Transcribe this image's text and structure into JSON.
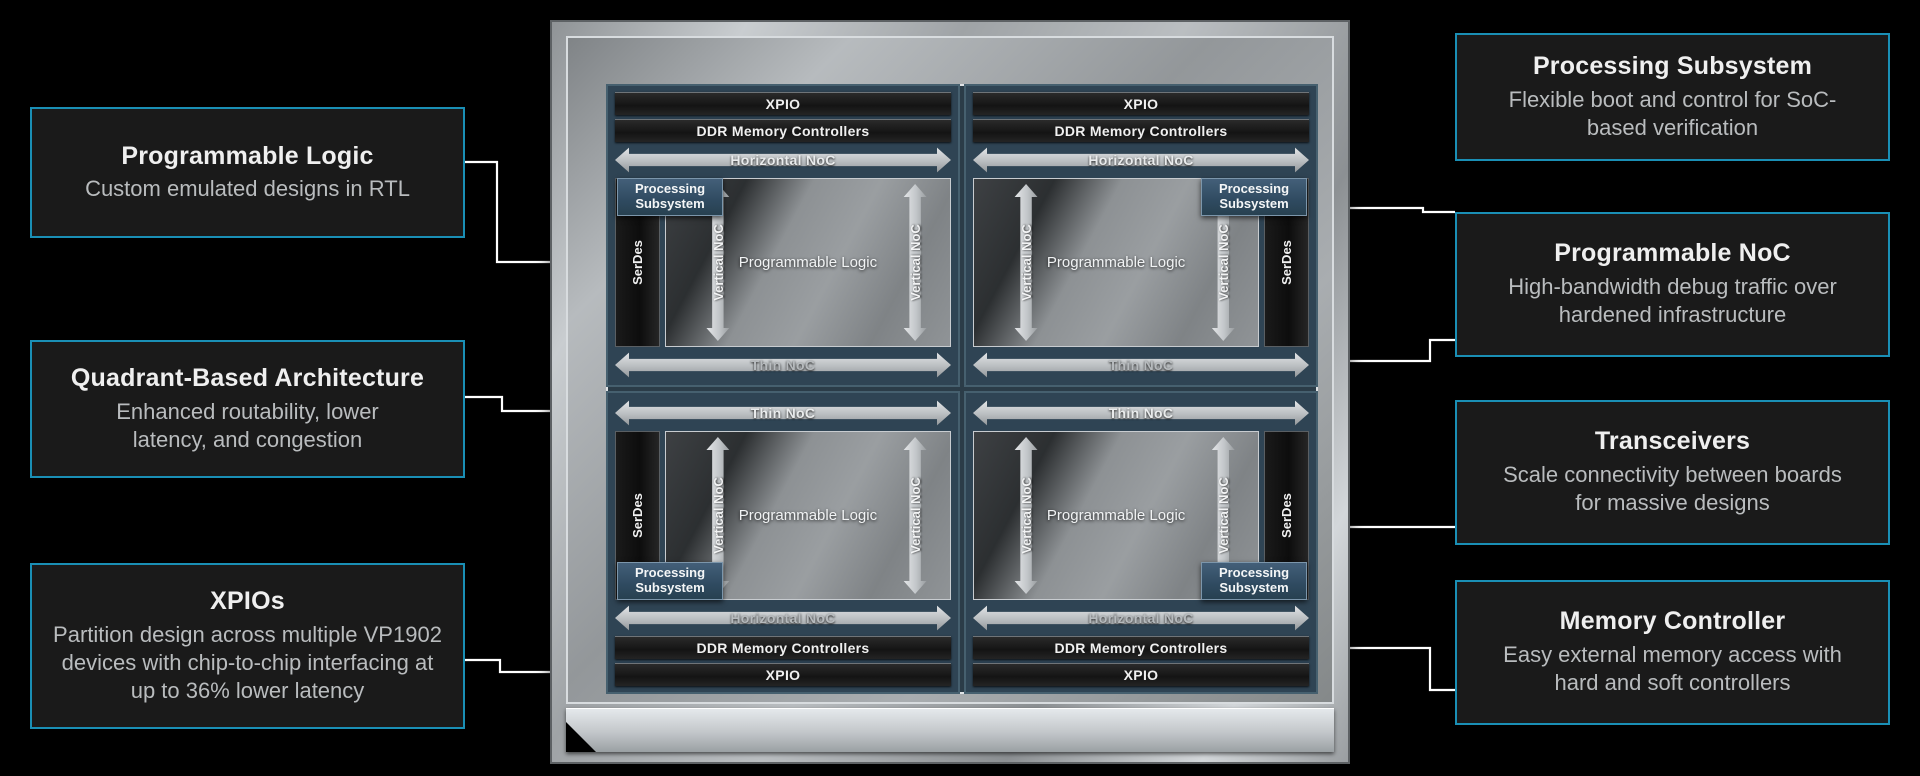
{
  "accent_color": "#1a8fb5",
  "card_bg": "#1a1a1a",
  "left_cards": [
    {
      "title": "Programmable Logic",
      "body": "Custom emulated designs in RTL"
    },
    {
      "title": "Quadrant-Based Architecture",
      "body": "Enhanced routability, lower latency, and congestion"
    },
    {
      "title": "XPIOs",
      "body": "Partition design across multiple VP1902 devices with chip-to-chip interfacing at up to 36% lower latency"
    }
  ],
  "right_cards": [
    {
      "title": "Processing Subsystem",
      "body": "Flexible boot and control for SoC-based verification"
    },
    {
      "title": "Programmable NoC",
      "body": "High-bandwidth debug traffic over hardened infrastructure"
    },
    {
      "title": "Transceivers",
      "body": "Scale connectivity between boards for massive designs"
    },
    {
      "title": "Memory Controller",
      "body": "Easy external memory access with hard and soft controllers"
    }
  ],
  "chip": {
    "labels": {
      "xpio": "XPIO",
      "ddr": "DDR Memory Controllers",
      "horizontal_noc": "Horizontal NoC",
      "thin_noc": "Thin NoC",
      "vertical_noc": "Vertical NoC",
      "serdes": "SerDes",
      "programmable_logic": "Programmable Logic",
      "processing_subsystem": "Processing Subsystem"
    },
    "quadrants": [
      {
        "name": "top-left",
        "serdes_side": "left",
        "io_side": "top"
      },
      {
        "name": "top-right",
        "serdes_side": "right",
        "io_side": "top"
      },
      {
        "name": "bottom-left",
        "serdes_side": "left",
        "io_side": "bottom"
      },
      {
        "name": "bottom-right",
        "serdes_side": "right",
        "io_side": "bottom"
      }
    ]
  }
}
